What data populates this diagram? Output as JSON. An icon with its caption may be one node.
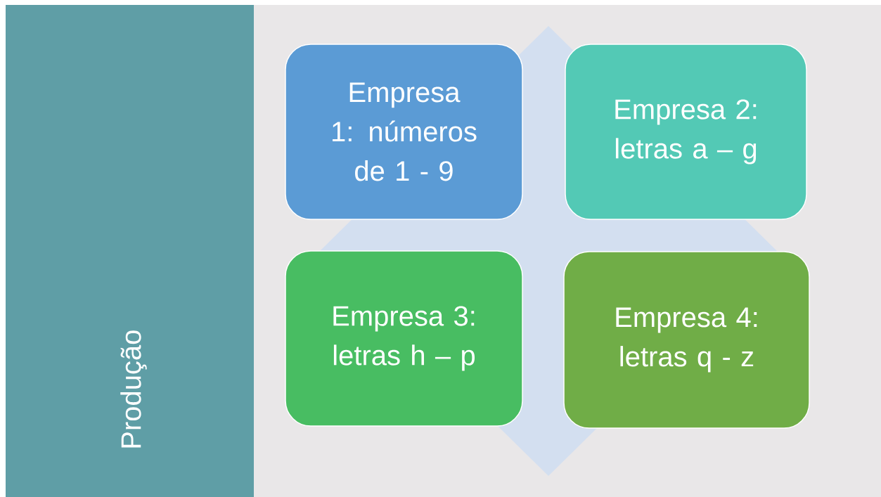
{
  "diagram": {
    "nodes": [
      {
        "text": [
          "Produção"
        ]
      },
      {
        "text": [
          "Empresa 1: números de 1 - 9"
        ]
      },
      {
        "text": [
          "Empresa 2: letras a – g"
        ]
      },
      {
        "text": [
          "Empresa 3: letras h – p"
        ]
      },
      {
        "text": [
          "Empresa 4: letras q - z"
        ]
      }
    ]
  }
}
